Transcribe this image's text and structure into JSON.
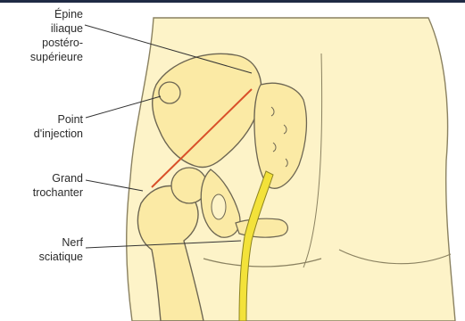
{
  "labels": {
    "epine": [
      "Épine",
      "iliaque",
      "postéro-",
      "supérieure"
    ],
    "point_injection": [
      "Point",
      "d'injection"
    ],
    "grand_trochanter": [
      "Grand",
      "trochanter"
    ],
    "nerf_sciatique": [
      "Nerf",
      "sciatique"
    ]
  },
  "colors": {
    "skin": "#fdf3c8",
    "skin_outline": "#8a8160",
    "bone": "#fbeaa5",
    "bone_outline": "#6d6652",
    "nerve": "#f3e23a",
    "injection_line": "#d9502a",
    "leader_line": "#333333",
    "text": "#2b2b2b",
    "top_border": "#1f2a44"
  }
}
